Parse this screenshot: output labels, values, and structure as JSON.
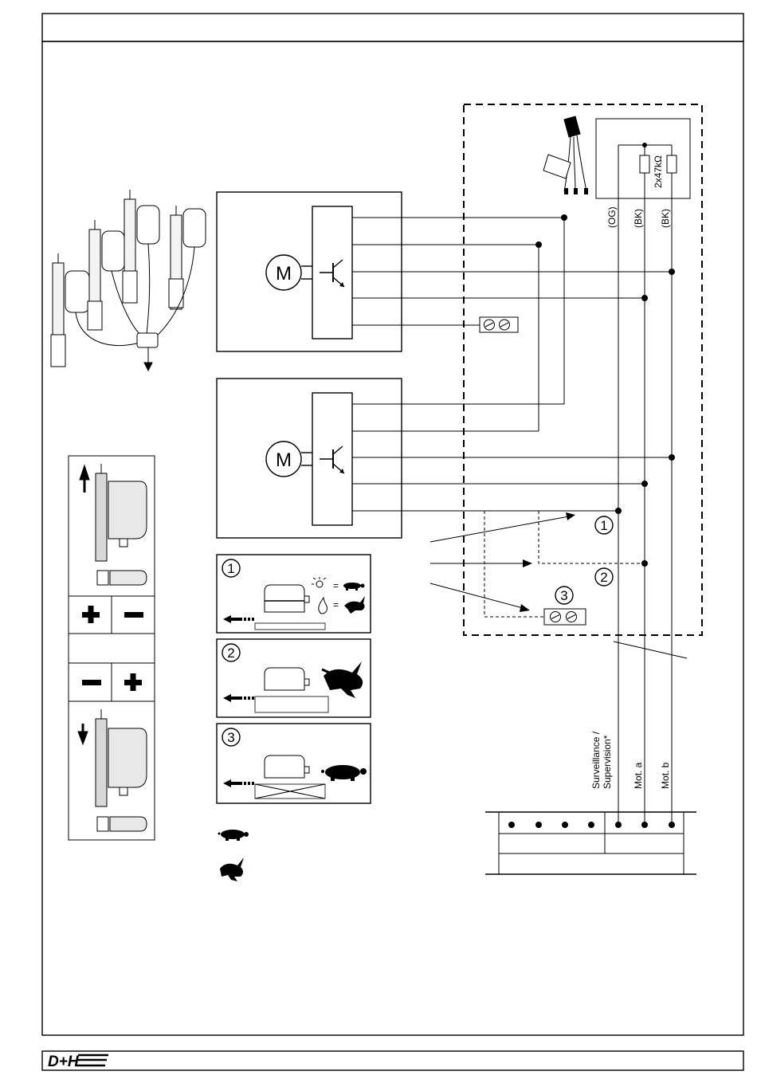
{
  "brand": {
    "logo_text": "D+H"
  },
  "motor_label": "M",
  "resistor_label": "2x47kΩ",
  "wire_colors": [
    "(OG)",
    "(BK)",
    "(BK)"
  ],
  "terminal_labels": [
    "Surveillance /",
    "Supervision*",
    "Mot. a",
    "Mot. b"
  ],
  "callouts": [
    "1",
    "2",
    "3"
  ],
  "speed_symbol_eq": "="
}
